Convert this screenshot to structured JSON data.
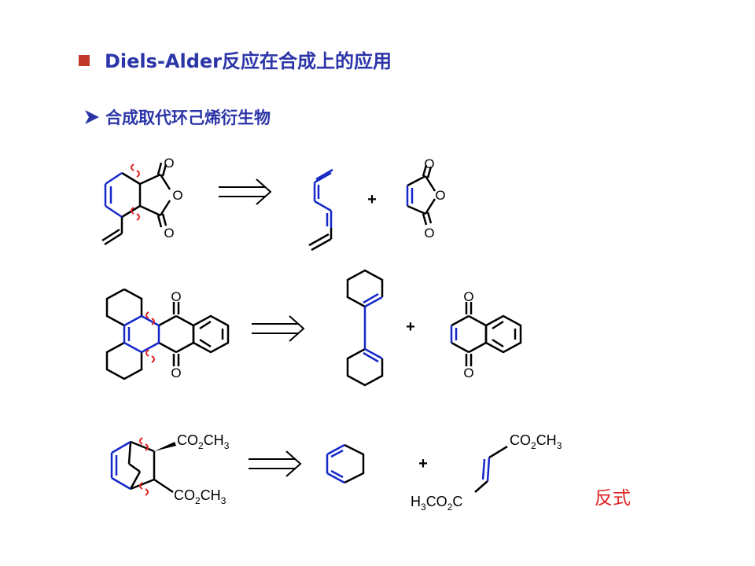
{
  "header": {
    "title": "Diels-Alder反应在合成上的应用",
    "bullet_icon": "square-bullet-icon"
  },
  "section": {
    "subtitle": "合成取代环己烯衍生物",
    "bullet_icon": "arrow-bullet-icon"
  },
  "colors": {
    "title": "#2b35a8",
    "bond_black": "#000000",
    "bond_blue": "#1428c8",
    "disconnection": "#e12222",
    "note": "#e12222"
  },
  "atoms": {
    "oxygen": "O",
    "plus": "+"
  },
  "row3": {
    "ester_main": "CO",
    "ester_sub": "2",
    "ester_methyl": "CH",
    "ester_methyl_sub": "3",
    "h_part": "H",
    "h_sub": "3",
    "c_part": "CO",
    "c_sub": "2",
    "c_tail": "C"
  },
  "note": {
    "label": "反式"
  }
}
